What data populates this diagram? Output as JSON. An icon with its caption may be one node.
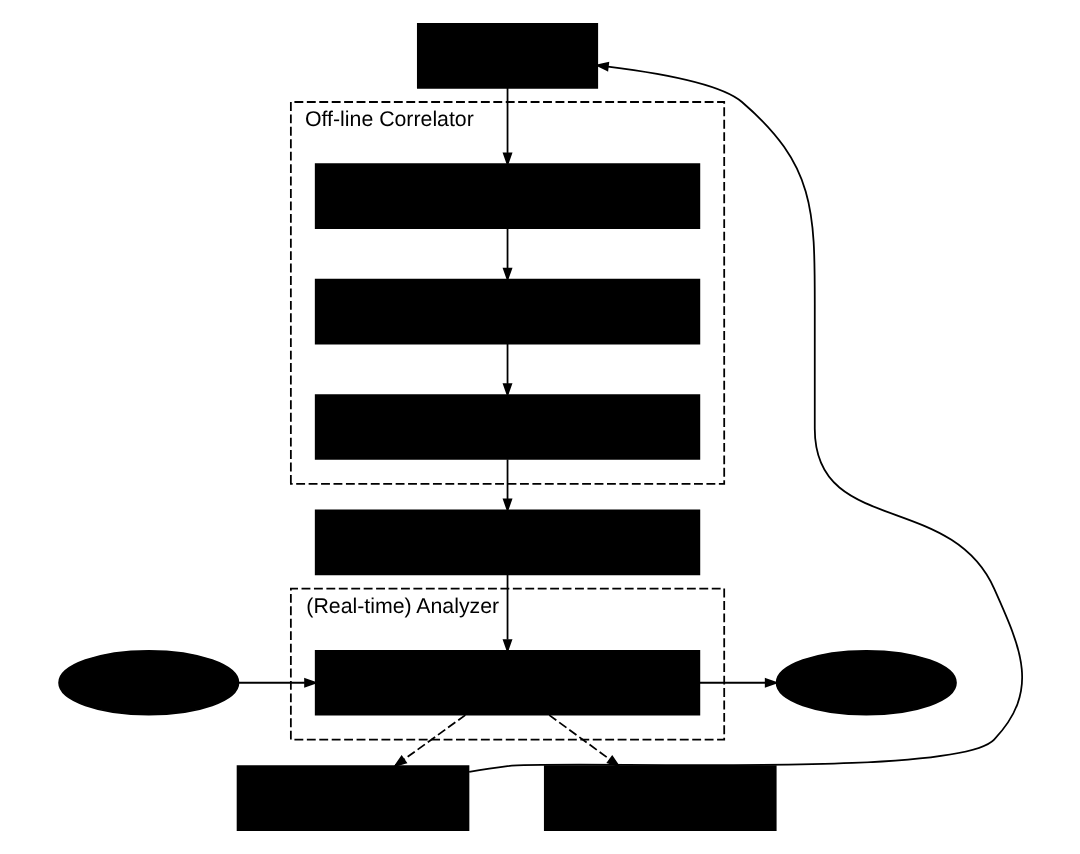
{
  "diagram": {
    "nodes": [
      {
        "text": [],
        "shape": "box"
      },
      {
        "text": [
          "Off-line Correlator"
        ]
      },
      {
        "text": [],
        "shape": "box",
        "in": 1
      },
      {
        "text": [],
        "shape": "box",
        "in": 1
      },
      {
        "text": [],
        "shape": "box",
        "in": 1
      },
      {
        "text": [],
        "shape": "box"
      },
      {
        "text": [
          "(Real-time) Analyzer"
        ]
      },
      {
        "text": [],
        "shape": "box",
        "in": 6
      },
      {
        "text": [],
        "shape": "ellipse"
      },
      {
        "text": [],
        "shape": "ellipse"
      },
      {
        "text": [],
        "shape": "box"
      },
      {
        "text": [],
        "shape": "box"
      }
    ],
    "edges": [
      {
        "from": 0,
        "to": 2,
        "arrow": "to"
      },
      {
        "from": 2,
        "to": 3,
        "arrow": "to"
      },
      {
        "from": 3,
        "to": 4,
        "arrow": "to"
      },
      {
        "from": 4,
        "to": 5,
        "arrow": "to"
      },
      {
        "from": 5,
        "to": 7,
        "arrow": "to"
      },
      {
        "from": 8,
        "to": 7,
        "arrow": "to"
      },
      {
        "from": 7,
        "to": 9,
        "arrow": "to"
      },
      {
        "from": 7,
        "to": 10,
        "arrow": "to",
        "style": "dashed"
      },
      {
        "from": 7,
        "to": 11,
        "arrow": "to",
        "style": "dashed"
      },
      {
        "from": 10,
        "to": 0,
        "arrow": "to"
      }
    ]
  }
}
